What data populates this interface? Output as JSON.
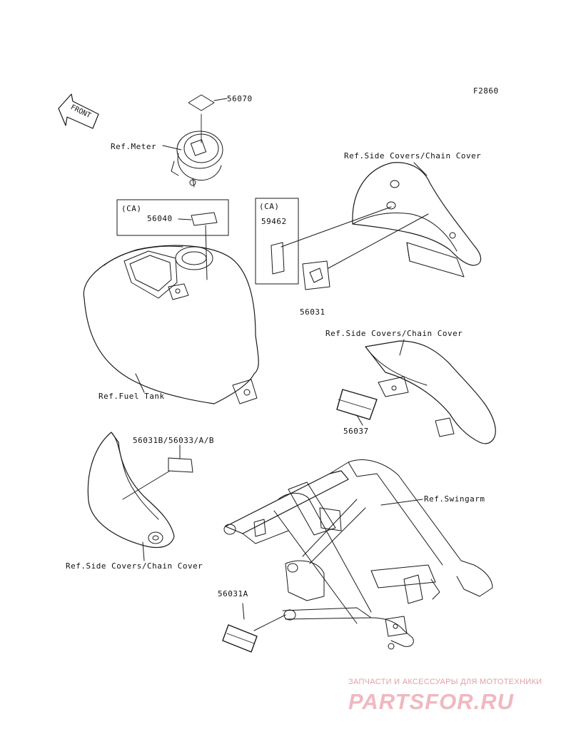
{
  "figure_code": "F2860",
  "front_arrow_label": "FRONT",
  "labels": {
    "part_56070": "56070",
    "ref_meter": "Ref.Meter",
    "ca_left": "(CA)",
    "part_56040": "56040",
    "ca_right": "(CA)",
    "part_59462": "59462",
    "ref_side_covers_top": "Ref.Side Covers/Chain Cover",
    "part_56031": "56031",
    "ref_fuel_tank": "Ref.Fuel Tank",
    "ref_side_covers_mid": "Ref.Side Covers/Chain Cover",
    "part_56037": "56037",
    "part_56031b": "56031B/56033/A/B",
    "ref_swingarm": "Ref.Swingarm",
    "ref_side_covers_bottom": "Ref.Side Covers/Chain Cover",
    "part_56031a": "56031A"
  },
  "watermark": {
    "subtitle": "ЗАПЧАСТИ И АКСЕССУАРЫ ДЛЯ МОТОТЕХНИКИ",
    "logo": "PARTSFOR.RU"
  },
  "colors": {
    "line": "#1a1a1a",
    "watermark": "#f0b8bf"
  }
}
